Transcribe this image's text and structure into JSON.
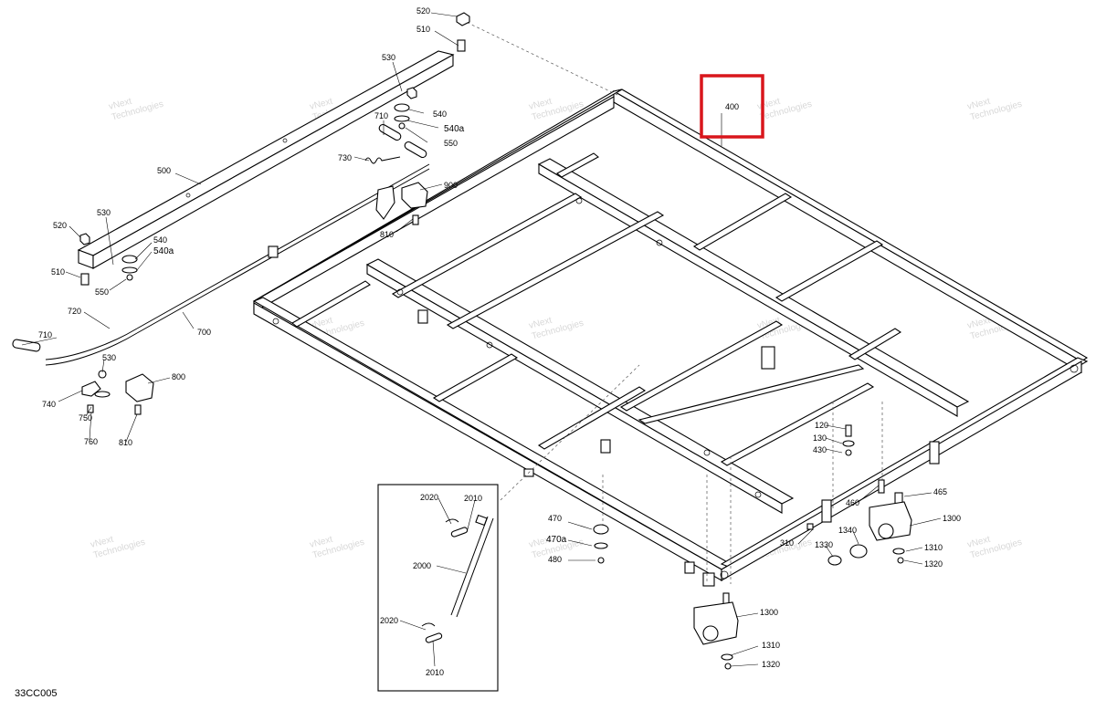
{
  "diagram": {
    "code": "33CC005",
    "highlight_label": "400",
    "highlight_color": "#d9161c",
    "watermark_line1": "vNext",
    "watermark_line2": "Technologies",
    "watermark_small": "vNext Technologies",
    "labels": {
      "l520a": "520",
      "l510a": "510",
      "l530a": "530",
      "l540a": "540",
      "l540aa": "540a",
      "l710a": "710",
      "l550a": "550",
      "l730": "730",
      "l900": "900",
      "l810a": "810",
      "l500": "500",
      "l520b": "520",
      "l530b": "530",
      "l540b": "540",
      "l540ab": "540a",
      "l510b": "510",
      "l550b": "550",
      "l720": "720",
      "l710b": "710",
      "l530c": "530",
      "l700": "700",
      "l800": "800",
      "l740": "740",
      "l750": "750",
      "l760": "760",
      "l810b": "810",
      "l120": "120",
      "l130": "130",
      "l430": "430",
      "l465": "465",
      "l460": "460",
      "l1300a": "1300",
      "l1340": "1340",
      "l1310a": "1310",
      "l1320a": "1320",
      "l310": "310",
      "l1330": "1330",
      "l470": "470",
      "l470a": "470a",
      "l480": "480",
      "l2020a": "2020",
      "l2010a": "2010",
      "l2000": "2000",
      "l2020b": "2020",
      "l2010b": "2010",
      "l1300b": "1300",
      "l1310b": "1310",
      "l1320b": "1320"
    }
  }
}
